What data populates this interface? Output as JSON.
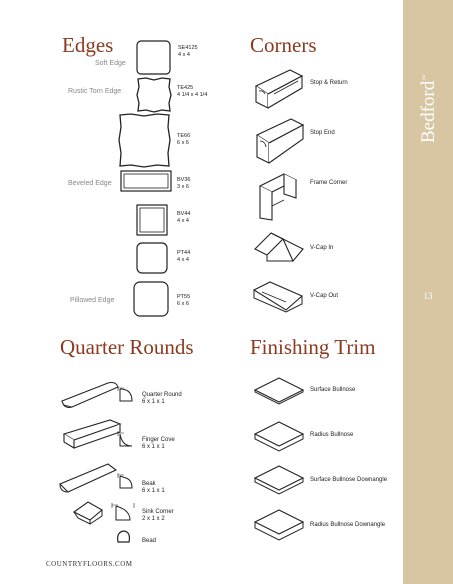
{
  "brand": {
    "name": "Bedford",
    "tm": "™"
  },
  "page_number": "13",
  "footer": "COUNTRYFLOORS.COM",
  "sections": {
    "edges": "Edges",
    "corners": "Corners",
    "quarter_rounds": "Quarter Rounds",
    "finishing_trim": "Finishing Trim"
  },
  "edge_labels": {
    "soft": "Soft Edge",
    "rustic": "Rustic Torn Edge",
    "beveled": "Beveled Edge",
    "pillowed": "Pillowed Edge"
  },
  "edge_codes": [
    {
      "code": "SE4125",
      "size": "4 x 4"
    },
    {
      "code": "TE425",
      "size": "4 1/4 x 4 1/4"
    },
    {
      "code": "TE66",
      "size": "6 x 6"
    },
    {
      "code": "BV36",
      "size": "3 x 6"
    },
    {
      "code": "BV44",
      "size": "4 x 4"
    },
    {
      "code": "PT44",
      "size": "4 x 4"
    },
    {
      "code": "PT55",
      "size": "6 x 6"
    }
  ],
  "corners": [
    "Stop & Return",
    "Stop End",
    "Frame Corner",
    "V-Cap In",
    "V-Cap Out"
  ],
  "quarter_rounds": [
    {
      "name": "Quarter Round",
      "size": "6 x 1 x 1"
    },
    {
      "name": "Finger Cove",
      "size": "6 x 1 x 1"
    },
    {
      "name": "Beak",
      "size": "6 x 1 x 1"
    },
    {
      "name": "Sink Corner",
      "size": "2 x 1 x 2"
    },
    {
      "name": "Bead",
      "size": ""
    }
  ],
  "finishing_trim": [
    "Surface Bullnose",
    "Radius Bullnose",
    "Surface Bullnose Downangle",
    "Radius Bullnose Downangle"
  ]
}
